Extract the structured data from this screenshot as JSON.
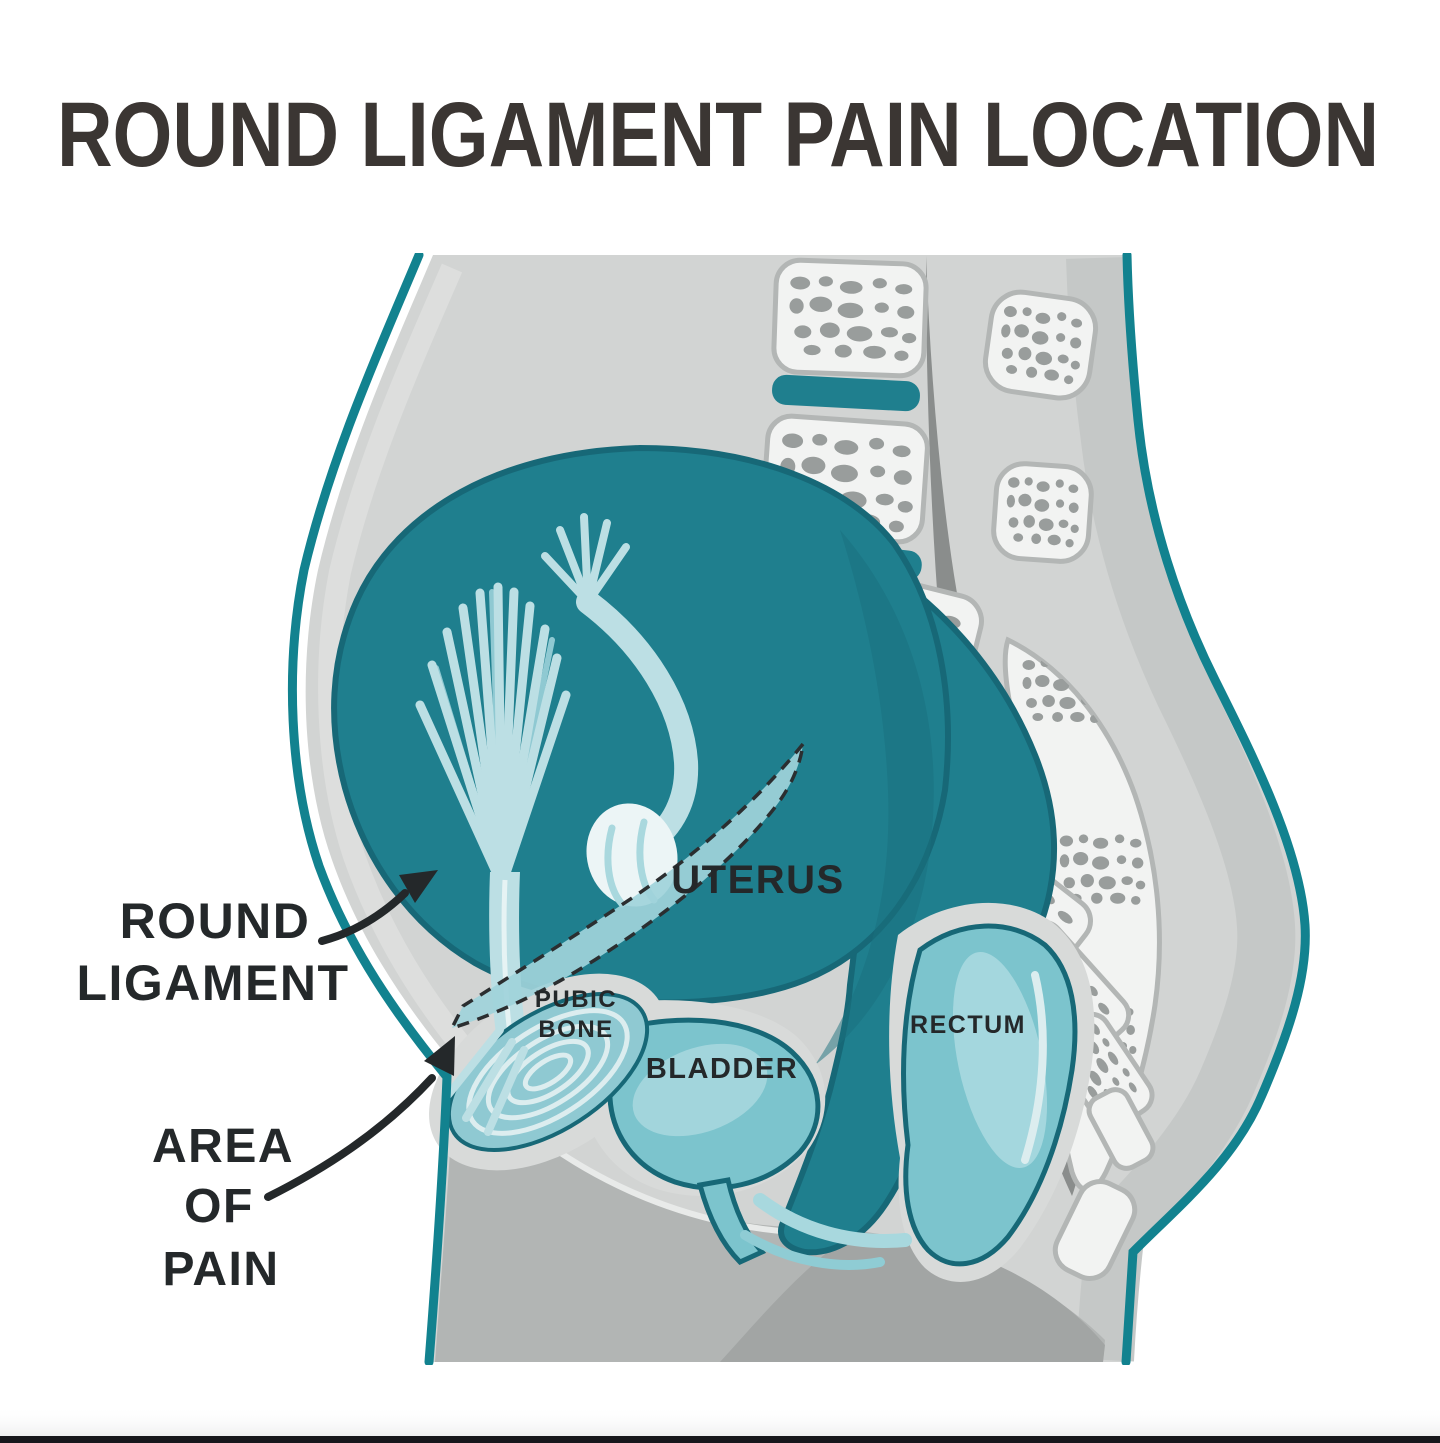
{
  "title": "ROUND LIGAMENT PAIN LOCATION",
  "labels": {
    "round_ligament": {
      "line1": "ROUND",
      "line2": "LIGAMENT"
    },
    "area_of_pain": {
      "line1": "AREA",
      "line2": "OF",
      "line3": "PAIN"
    },
    "uterus": "UTERUS",
    "pubic_bone": {
      "line1": "PUBIC",
      "line2": "BONE"
    },
    "bladder": "BLADDER",
    "rectum": "RECTUM"
  },
  "colors": {
    "title_ink": "#3b3633",
    "ink": "#24282a",
    "accent_teal": "#12828f",
    "uterus_teal": "#1f7f8e",
    "uterus_rim": "#176877",
    "organ_light": "#7cc4cd",
    "organ_highlight": "#abdae0",
    "fim_light": "#bcdfe4",
    "fim_mid": "#8fc9d2",
    "lig_fill": "#9fd2da",
    "body_gray": "#d2d4d3",
    "body_shade": "#c5c8c7",
    "body_deep": "#b2b5b4",
    "body_deeper": "#a2a5a4",
    "pocket_gray": "#d8dad9",
    "bone_fill": "#f2f3f2",
    "bone_outline": "#b3b6b5",
    "speckle_gray": "#999d9c",
    "canal_gray": "#8a8d8c",
    "page_bg": "#ffffff",
    "bottom_bar": "#17171c"
  }
}
